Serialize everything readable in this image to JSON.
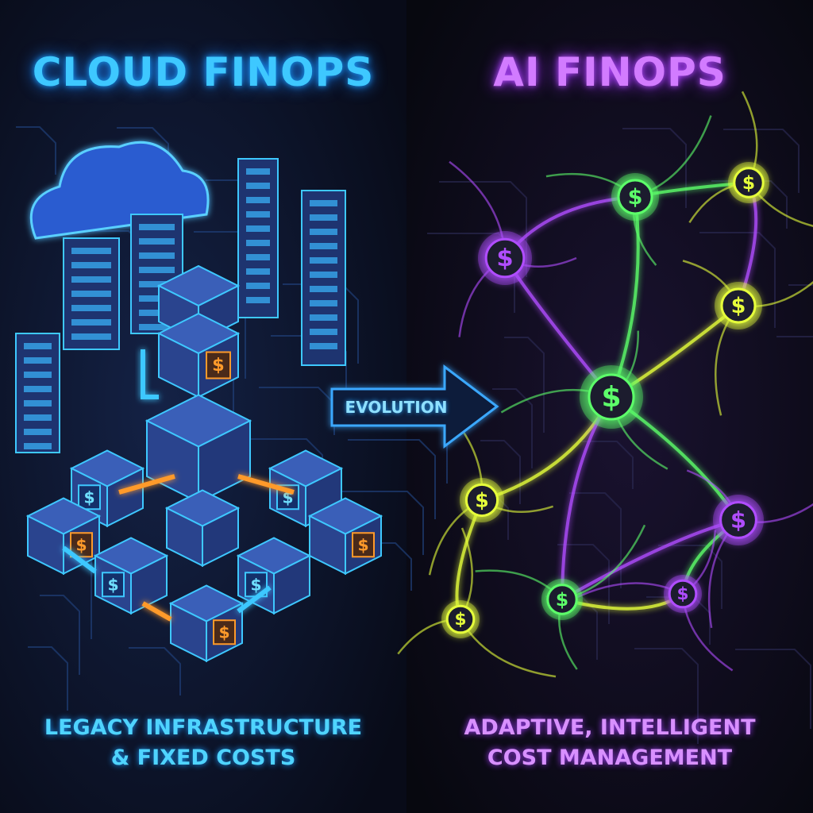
{
  "left_panel": {
    "title": "CLOUD FINOPS",
    "caption_line1": "LEGACY INFRASTRUCTURE",
    "caption_line2": "& FIXED COSTS",
    "accent_color": "#3ec8ff",
    "secondary_color": "#ff9a2a",
    "icons": [
      "cloud-icon",
      "server-rack-icon",
      "cube-node-icon",
      "dollar-icon"
    ]
  },
  "arrow": {
    "label": "EVOLUTION",
    "icon": "arrow-right-icon"
  },
  "right_panel": {
    "title": "AI FINOPS",
    "caption_line1": "ADAPTIVE, INTELLIGENT",
    "caption_line2": "COST MANAGEMENT",
    "accent_color": "#d27bff",
    "node_colors": [
      "#b04dff",
      "#5dff6a",
      "#e6ff3a"
    ],
    "icons": [
      "neural-network-icon",
      "dollar-icon"
    ]
  },
  "currency_symbol": "$"
}
